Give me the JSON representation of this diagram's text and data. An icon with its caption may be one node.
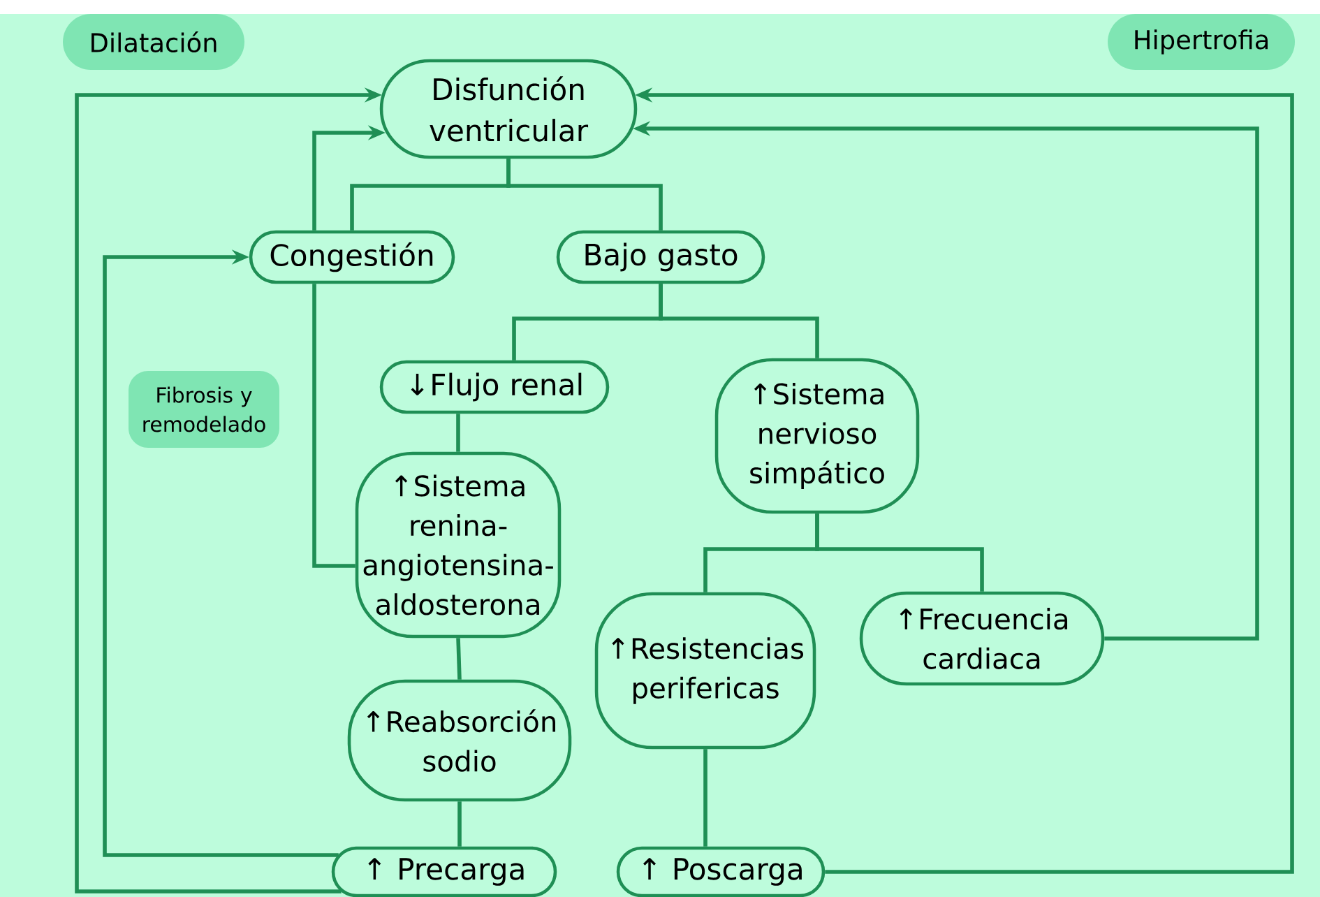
{
  "diagram": {
    "nodes": [
      {
        "text": [
          "Dilatación"
        ]
      },
      {
        "text": [
          "Hipertrofia"
        ]
      },
      {
        "text": [
          "Disfunción ventricular"
        ]
      },
      {
        "text": [
          "Congestión"
        ]
      },
      {
        "text": [
          "Bajo gasto"
        ]
      },
      {
        "text": [
          "Fibrosis y remodelado"
        ]
      },
      {
        "text": [
          "↓Flujo renal"
        ]
      },
      {
        "text": [
          "↑Sistema nervioso simpático"
        ]
      },
      {
        "text": [
          "↑Sistema renina-angiotensina-aldosterona"
        ]
      },
      {
        "text": [
          "↑Resistencias perifericas"
        ]
      },
      {
        "text": [
          "↑Frecuencia cardiaca"
        ]
      },
      {
        "text": [
          "↑Reabsorción sodio"
        ]
      },
      {
        "text": [
          "↑ Precarga"
        ]
      },
      {
        "text": [
          "↑ Poscarga"
        ]
      }
    ],
    "edges": [
      {
        "from": 2,
        "to": 3,
        "arrow": "none"
      },
      {
        "from": 2,
        "to": 4,
        "arrow": "none"
      },
      {
        "from": 3,
        "to": 2,
        "arrow": "to"
      },
      {
        "from": 4,
        "to": 6,
        "arrow": "none"
      },
      {
        "from": 4,
        "to": 7,
        "arrow": "none"
      },
      {
        "from": 6,
        "to": 8,
        "arrow": "none"
      },
      {
        "from": 8,
        "to": 3,
        "arrow": "none"
      },
      {
        "from": 8,
        "to": 11,
        "arrow": "none"
      },
      {
        "from": 11,
        "to": 12,
        "arrow": "none"
      },
      {
        "from": 12,
        "to": 3,
        "arrow": "to"
      },
      {
        "from": 12,
        "to": 2,
        "arrow": "to"
      },
      {
        "from": 7,
        "to": 9,
        "arrow": "none"
      },
      {
        "from": 7,
        "to": 10,
        "arrow": "none"
      },
      {
        "from": 9,
        "to": 13,
        "arrow": "none"
      },
      {
        "from": 10,
        "to": 2,
        "arrow": "to"
      },
      {
        "from": 13,
        "to": 2,
        "arrow": "to"
      }
    ]
  }
}
